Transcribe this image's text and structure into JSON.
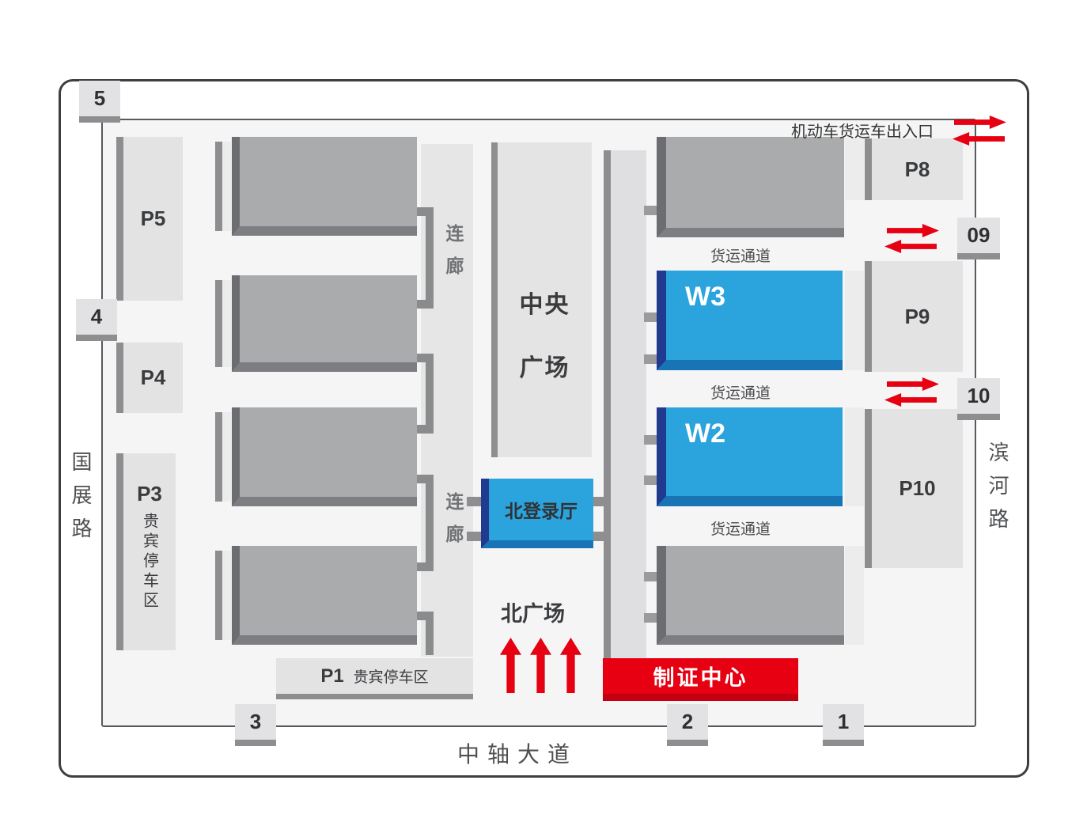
{
  "roads": {
    "left": "国展路",
    "right": "滨河路",
    "bottom": "中轴大道"
  },
  "gates": {
    "g5": "5",
    "g4": "4",
    "g3": "3",
    "g2": "2",
    "g1": "1",
    "g09": "09",
    "g10": "10"
  },
  "parking": {
    "p5": "P5",
    "p4": "P4",
    "p3": "P3",
    "p1": "P1",
    "p8": "P8",
    "p9": "P9",
    "p10": "P10",
    "vip_note": "贵宾停车区"
  },
  "halls": {
    "w3": "W3",
    "w2": "W2"
  },
  "labels": {
    "central_plaza_1": "中央",
    "central_plaza_2": "广场",
    "north_login_hall": "北登录厅",
    "north_plaza": "北广场",
    "corridor": "连廊",
    "freight_lane": "货运通道",
    "badge_center": "制证中心",
    "freight_gate": "机动车货运车出入口"
  },
  "colors": {
    "hall_blue": "#2ba3dd",
    "hall_blue_edge": "#203a90",
    "hall_blue_bottom": "#1874b5",
    "hall_gray": "#aaabad",
    "parking_gray": "#e3e3e4",
    "strip_gray": "#8e8e90",
    "accent_red": "#e60012",
    "accent_red_dark": "#c30011",
    "venue_bg": "#f5f5f6"
  }
}
